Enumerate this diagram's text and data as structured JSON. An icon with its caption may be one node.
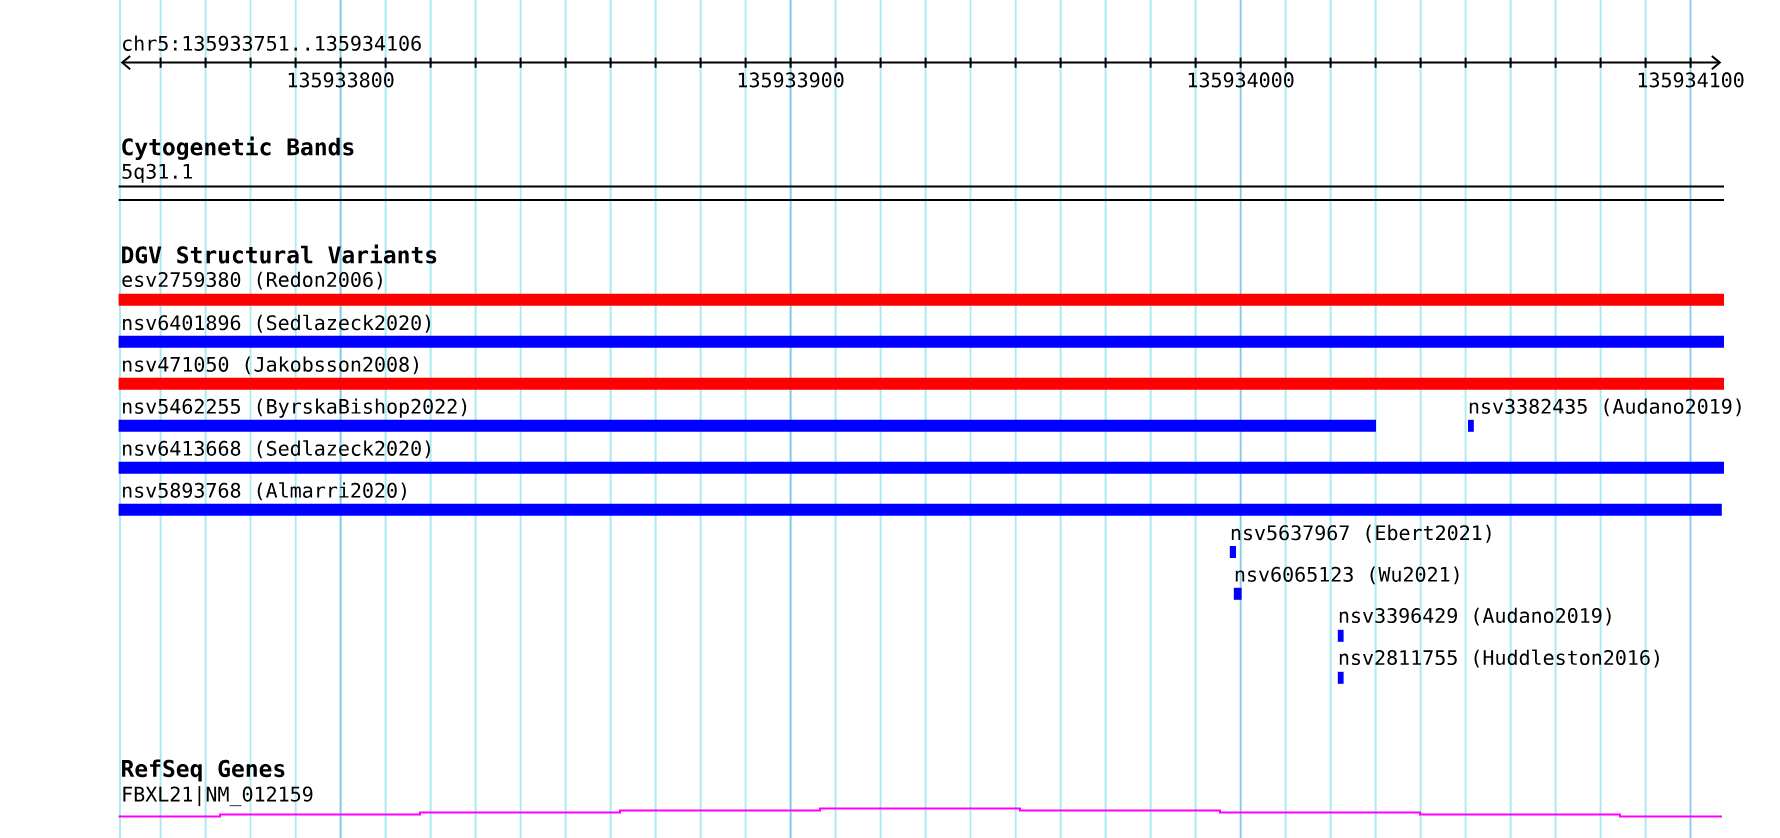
{
  "diagram": {
    "nodes": [
      {
        "text": [
          "5q31.1"
        ]
      },
      {
        "text": [
          "esv2759380 (Redon2006)"
        ]
      },
      {
        "text": [
          "nsv6401896 (Sedlazeck2020)"
        ]
      },
      {
        "text": [
          "nsv471050 (Jakobsson2008)"
        ]
      },
      {
        "text": [
          "nsv5462255 (ByrskaBishop2022)"
        ]
      },
      {
        "text": [
          "nsv3382435 (Audano2019)"
        ]
      },
      {
        "text": [
          "nsv6413668 (Sedlazeck2020)"
        ]
      },
      {
        "text": [
          "nsv5893768 (Almarri2020)"
        ]
      },
      {
        "text": [
          "nsv5637967 (Ebert2021)"
        ]
      },
      {
        "text": [
          "nsv6065123 (Wu2021)"
        ]
      },
      {
        "text": [
          "nsv3396429 (Audano2019)"
        ]
      },
      {
        "text": [
          "nsv2811755 (Huddleston2016)"
        ]
      },
      {
        "text": [
          "FBXL21|NM_012159"
        ]
      }
    ],
    "labels": [
      "chr5:135933751..135934106",
      "135933800",
      "135933900",
      "135934000",
      "135934100",
      "Cytogenetic Bands",
      "DGV Structural Variants",
      "RefSeq Genes"
    ]
  }
}
